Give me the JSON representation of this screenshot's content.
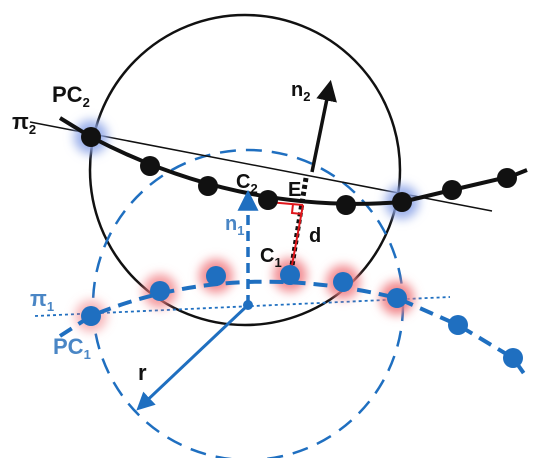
{
  "diagram": {
    "labels": {
      "pi2": "π",
      "pi2_sub": "2",
      "pc2": "PC",
      "pc2_sub": "2",
      "n2": "n",
      "n2_sub": "2",
      "c2": "C",
      "c2_sub": "2",
      "e": "E",
      "d": "d",
      "n1": "n",
      "n1_sub": "1",
      "c1": "C",
      "c1_sub": "1",
      "pi1": "π",
      "pi1_sub": "1",
      "pc1": "PC",
      "pc1_sub": "1",
      "r": "r"
    },
    "colors": {
      "black": "#111111",
      "blue": "#1f6fc0",
      "blue_label": "#4a86c5",
      "red": "#e0161b",
      "glow_blue": "#8fa6e8",
      "glow_red": "#f07a80"
    }
  }
}
